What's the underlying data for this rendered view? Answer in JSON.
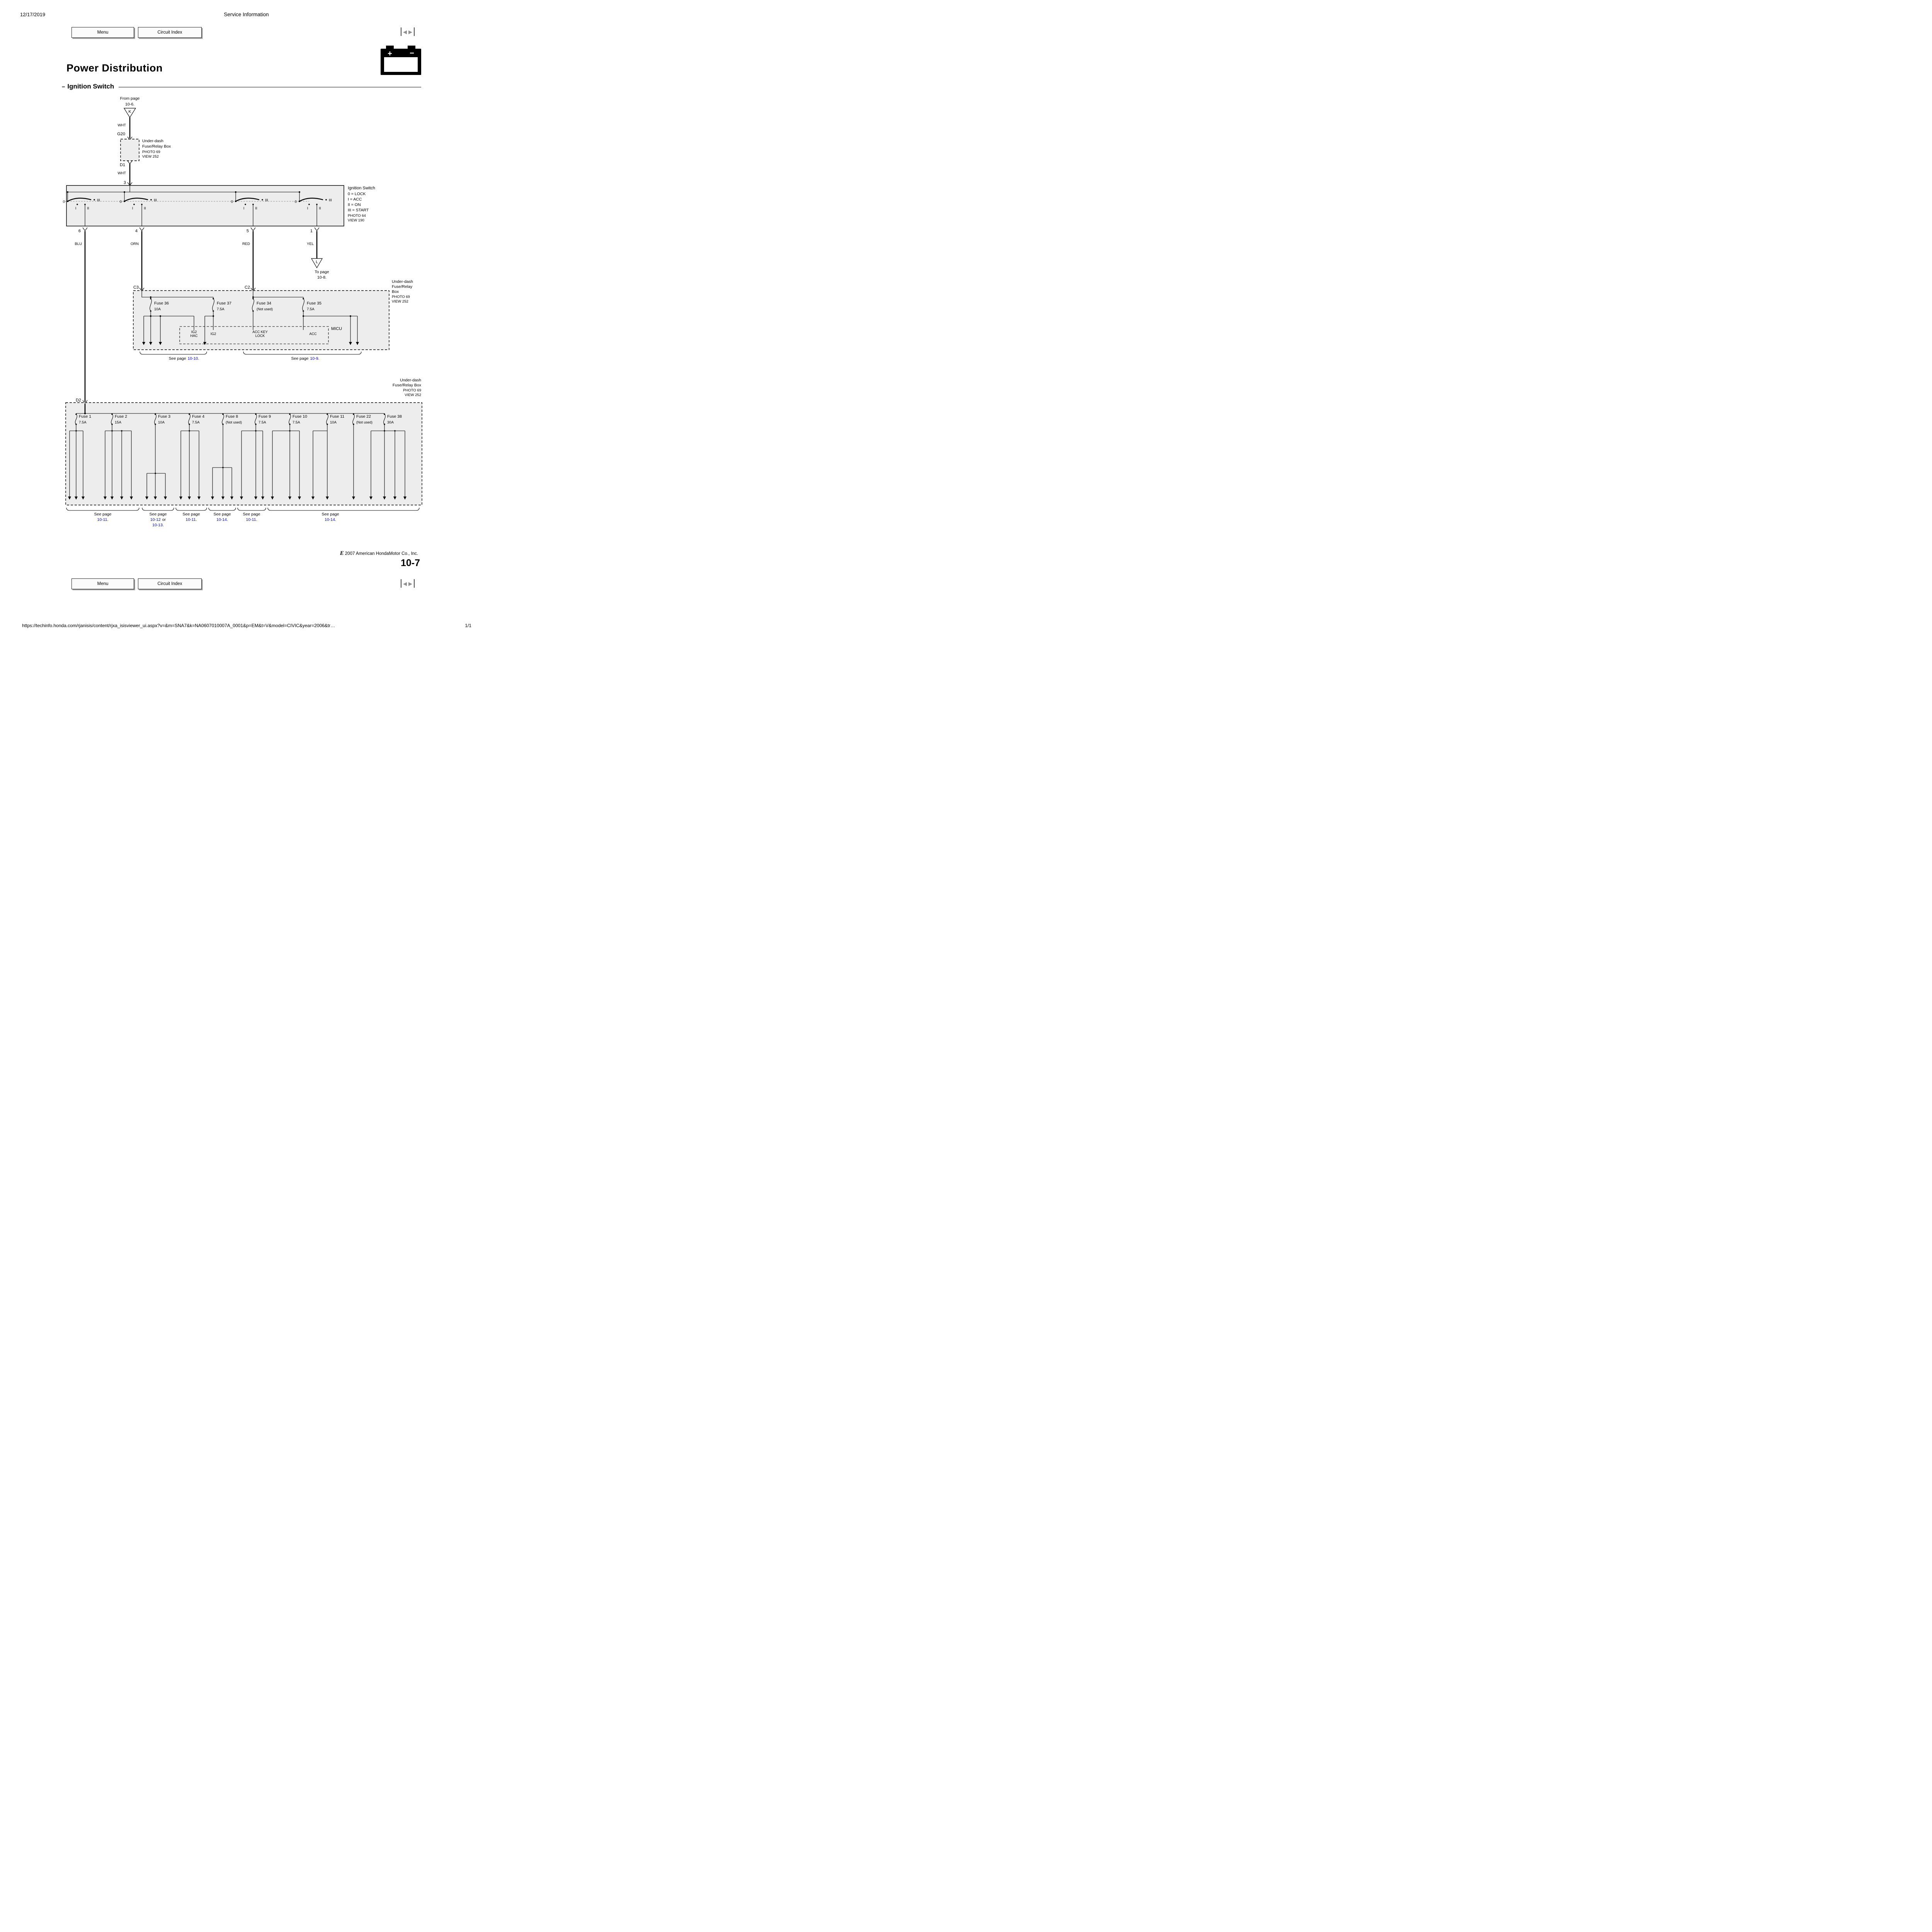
{
  "meta": {
    "print_date": "12/17/2019",
    "doc_title": "Service Information",
    "url": "https://techinfo.honda.com/rjanisis/content/rjxa_isisviewer_ui.aspx?v=&m=SNA7&k=NA0607010007A_0001&p=EM&t=V&model=CIVIC&year=2006&tr…",
    "page_count": "1/1"
  },
  "icons": {
    "prev": "◀",
    "next": "▶",
    "battery_plus": "+",
    "battery_minus": "−"
  },
  "toolbar": {
    "menu": "Menu",
    "circuit_index": "Circuit Index"
  },
  "header": {
    "title": "Power Distribution",
    "subtitle_dash": "–",
    "subtitle": "Ignition Switch"
  },
  "colors": {
    "link_blue": "#0000cd",
    "box_fill": "#ededed",
    "wire": "#000000"
  },
  "diagram": {
    "from_page": {
      "label": "From page",
      "page": "10-6.",
      "connector": "K"
    },
    "wire_in": {
      "color1": "WHT",
      "connector_top": "G20",
      "connector_bottom": "D1",
      "color2": "WHT",
      "pin": "3"
    },
    "fuse_box_top": {
      "line1": "Under-dash",
      "line2": "Fuse/Relay Box",
      "photo": "PHOTO 69",
      "view": "VIEW 252"
    },
    "ignition": {
      "title": "Ignition Switch",
      "legend": [
        "0 = LOCK",
        "I = ACC",
        "II = ON",
        "III = START"
      ],
      "photo": "PHOTO 64",
      "view": "VIEW 190",
      "positions": {
        "p0": "0",
        "p1": "I",
        "p2": "II",
        "p3": "III"
      },
      "pins": [
        "6",
        "4",
        "5",
        "1"
      ],
      "wire_colors": [
        "BLU",
        "ORN",
        "RED",
        "YEL"
      ]
    },
    "to_page": {
      "label": "To page",
      "page": "10-8.",
      "connector": "L"
    },
    "connectors": {
      "c3": "C3",
      "c2": "C2",
      "d2": "D2"
    },
    "fuse_box_mid": {
      "label": {
        "line1": "Under-dash",
        "line2": "Fuse/Relay",
        "line3": "Box",
        "photo": "PHOTO 69",
        "view": "VIEW 252"
      },
      "fuses": [
        {
          "name": "Fuse 36",
          "rating": "10A"
        },
        {
          "name": "Fuse 37",
          "rating": "7.5A"
        },
        {
          "name": "Fuse 34",
          "rating": "(Not used)"
        },
        {
          "name": "Fuse 35",
          "rating": "7.5A"
        }
      ],
      "micu": {
        "label": "MICU",
        "t1a": "IG2",
        "t1b": "HAC",
        "t2": "IG2",
        "t3a": "ACC KEY",
        "t3b": "LOCK",
        "t4": "ACC"
      },
      "see_left": {
        "label": "See page",
        "page": "10-10",
        "suffix": "."
      },
      "see_right": {
        "label": "See page",
        "page": "10-9",
        "suffix": "."
      }
    },
    "fuse_box_bottom": {
      "label": {
        "line1": "Under-dash",
        "line2": "Fuse/Relay Box",
        "photo": "PHOTO 69",
        "view": "VIEW 252"
      },
      "fuses": [
        {
          "name": "Fuse 1",
          "rating": "7.5A"
        },
        {
          "name": "Fuse 2",
          "rating": "15A"
        },
        {
          "name": "Fuse 3",
          "rating": "10A"
        },
        {
          "name": "Fuse 4",
          "rating": "7.5A"
        },
        {
          "name": "Fuse 8",
          "rating": "(Not used)"
        },
        {
          "name": "Fuse 9",
          "rating": "7.5A"
        },
        {
          "name": "Fuse 10",
          "rating": "7.5A"
        },
        {
          "name": "Fuse 11",
          "rating": "10A"
        },
        {
          "name": "Fuse 22",
          "rating": "(Not used)"
        },
        {
          "name": "Fuse 38",
          "rating": "30A"
        }
      ],
      "see_pages": [
        {
          "label": "See page",
          "page": "10-11",
          "suffix": "."
        },
        {
          "label": "See page",
          "page": "10-12",
          "mid": "or",
          "page2": "10-13",
          "suffix": "."
        },
        {
          "label": "See page",
          "page": "10-11",
          "suffix": "."
        },
        {
          "label": "See page",
          "page": "10-14",
          "suffix": "."
        },
        {
          "label": "See page",
          "page": "10-11",
          "suffix": "."
        },
        {
          "label": "See page",
          "page": "10-14",
          "suffix": "."
        }
      ]
    }
  },
  "footer": {
    "copyright_mark": "E",
    "copyright": "2007 American HondaMotor Co., Inc.",
    "page_number": "10-7"
  }
}
